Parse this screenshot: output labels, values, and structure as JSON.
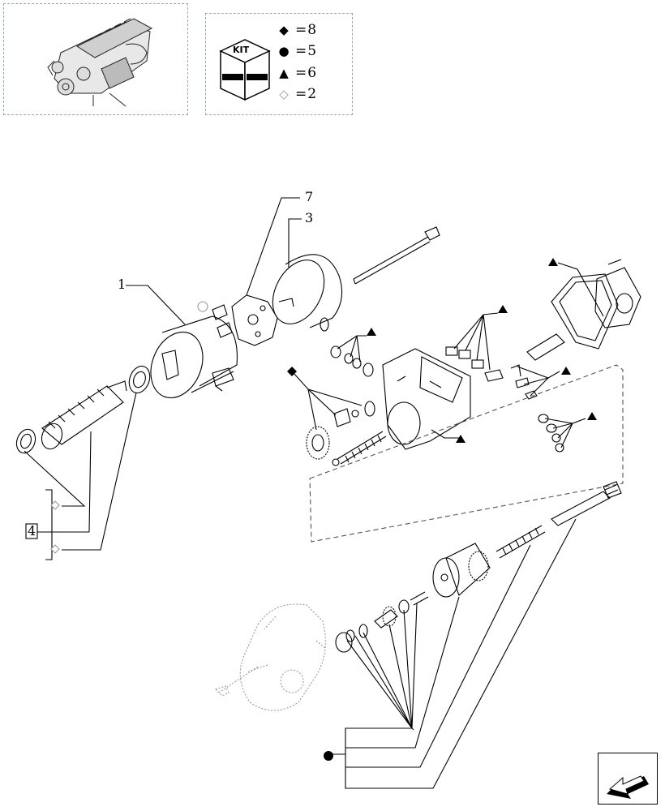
{
  "kit_box": {
    "label": "KIT",
    "legend": [
      {
        "symbol": "◆",
        "name": "filled-diamond",
        "count": "=8"
      },
      {
        "symbol": "●",
        "name": "filled-circle",
        "count": "=5"
      },
      {
        "symbol": "▲",
        "name": "filled-triangle",
        "count": "=6"
      },
      {
        "symbol": "◇",
        "name": "hollow-diamond",
        "count": "=2"
      }
    ]
  },
  "callouts": {
    "c1": "1",
    "c3": "3",
    "c4": "4",
    "c7": "7"
  },
  "colors": {
    "line": "#000000",
    "ghost": "#9a9a9a",
    "panel_border": "#99aaaa"
  },
  "icons": [
    "engine-thumbnail-icon",
    "kit-box-icon",
    "next-page-arrow-icon"
  ]
}
